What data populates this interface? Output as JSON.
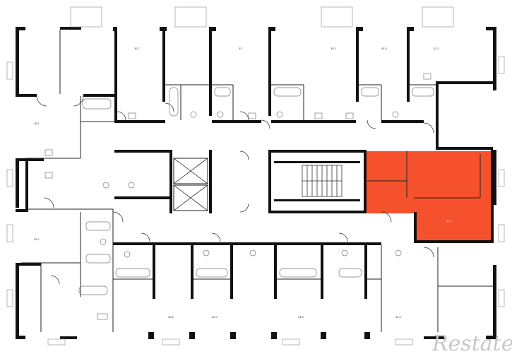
{
  "plan": {
    "highlight_color": "#f4512c",
    "wall_color": "#111111",
    "background_color": "#ffffff",
    "rooms": [
      {
        "id": "top-1",
        "area": "38.1"
      },
      {
        "id": "top-2",
        "area": "36.7"
      },
      {
        "id": "top-3",
        "area": "33"
      },
      {
        "id": "top-4",
        "area": "35.2"
      },
      {
        "id": "top-5",
        "area": "45.3"
      },
      {
        "id": "top-6",
        "area": "42.2"
      },
      {
        "id": "left-mid",
        "area": "45.7"
      },
      {
        "id": "bottom-1",
        "area": "32.6"
      },
      {
        "id": "bottom-2",
        "area": "32.9"
      },
      {
        "id": "bottom-3",
        "area": "34.5"
      },
      {
        "id": "bottom-4",
        "area": "32.4"
      },
      {
        "id": "selected",
        "area": "41.4"
      }
    ]
  },
  "watermark": {
    "text": "Restate"
  }
}
